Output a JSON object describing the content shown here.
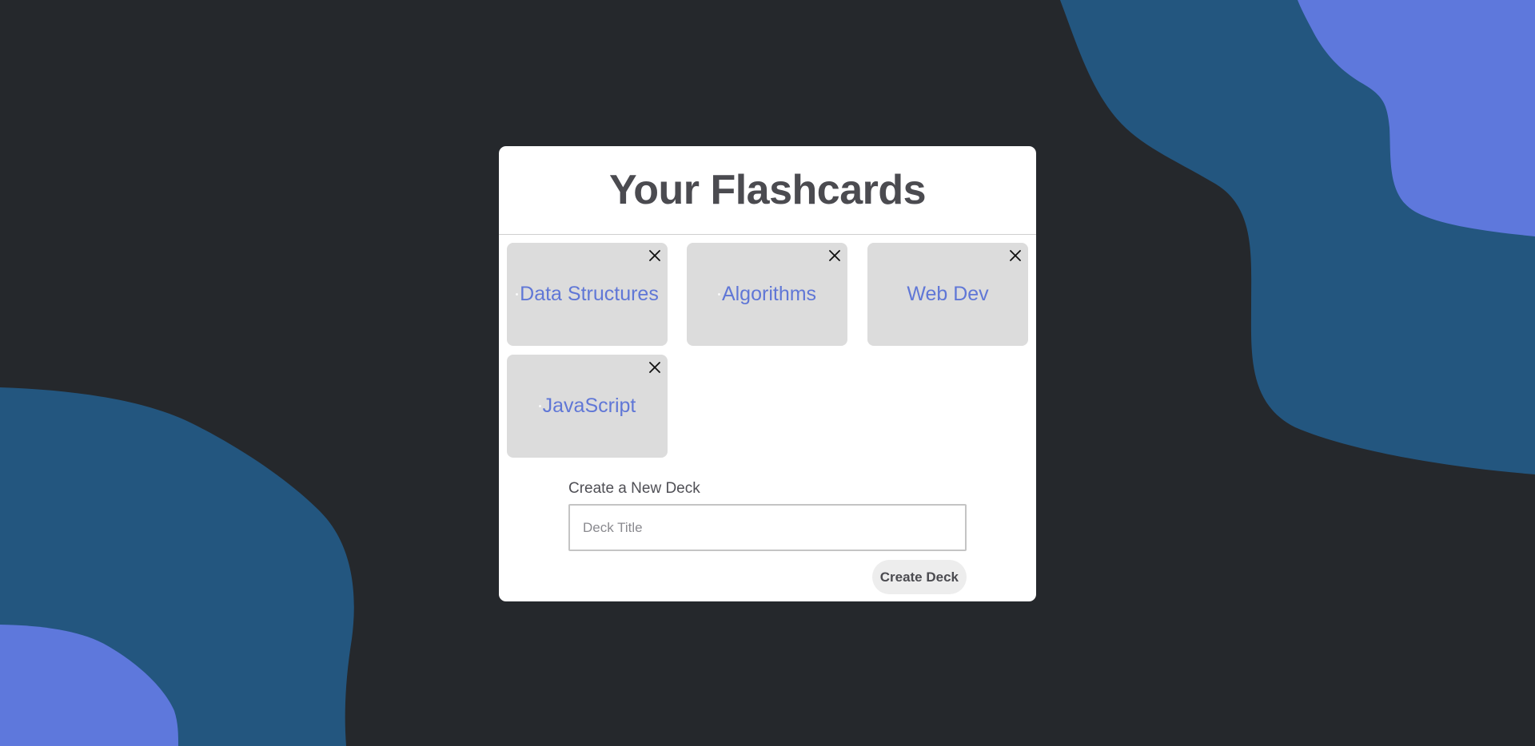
{
  "page": {
    "title": "Your Flashcards"
  },
  "decks": [
    {
      "title": "Data Structures",
      "close_icon": "close-icon"
    },
    {
      "title": "Algorithms",
      "close_icon": "close-icon"
    },
    {
      "title": "Web Dev",
      "close_icon": "close-icon"
    },
    {
      "title": "JavaScript",
      "close_icon": "close-icon"
    }
  ],
  "new_deck": {
    "label": "Create a New Deck",
    "input_value": "",
    "input_placeholder": "Deck Title",
    "button_label": "Create Deck"
  },
  "colors": {
    "background": "#25282c",
    "blob_dark": "#23567f",
    "blob_light": "#5e78dc",
    "card": "#dcdcdc",
    "deck_text": "#6077d6",
    "title_text": "#4b4b50"
  }
}
